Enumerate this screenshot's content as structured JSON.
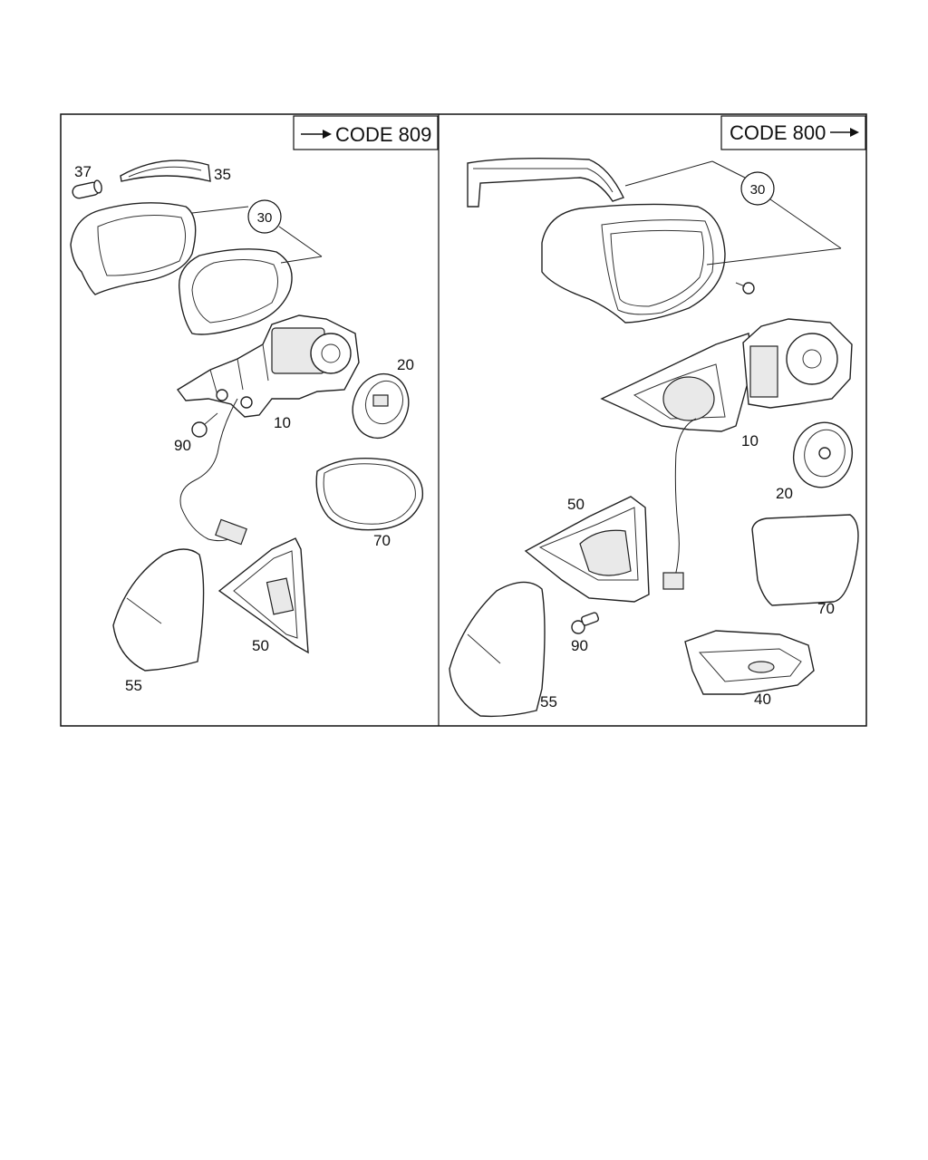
{
  "panels": [
    {
      "id": "left",
      "code_label": "CODE 809",
      "arrow_side": "left",
      "callouts": [
        "37",
        "35",
        "30",
        "20",
        "10",
        "90",
        "70",
        "50",
        "55"
      ]
    },
    {
      "id": "right",
      "code_label": "CODE 800",
      "arrow_side": "right",
      "callouts": [
        "30",
        "10",
        "20",
        "50",
        "70",
        "90",
        "55",
        "40"
      ]
    }
  ],
  "colors": {
    "line": "#222222",
    "background": "#ffffff",
    "shade": "#e9e9e9"
  }
}
